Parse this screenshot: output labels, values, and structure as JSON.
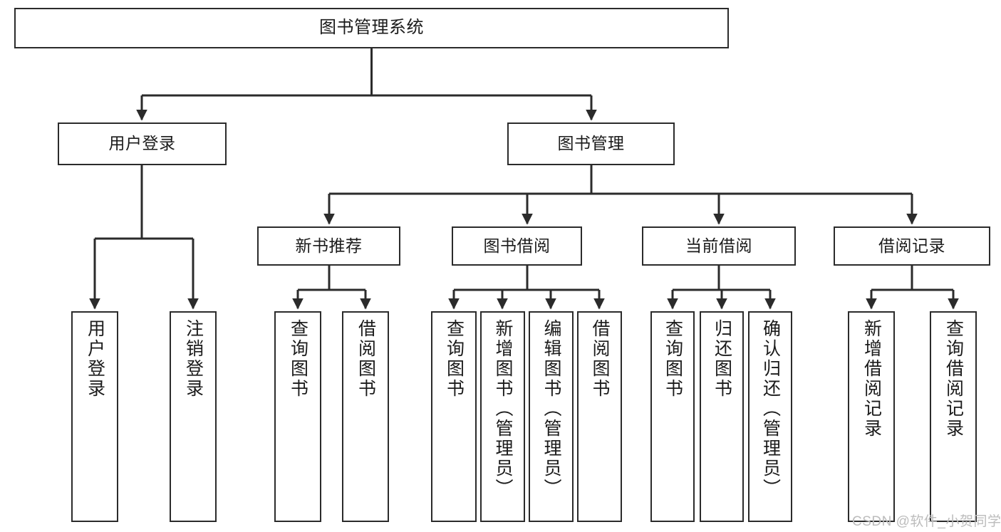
{
  "diagram": {
    "title": "图书管理系统",
    "type": "tree",
    "stroke_color": "#2b2b2b",
    "fill_color": "#ffffff",
    "text_color": "#1b1b1b"
  },
  "root": {
    "label": "图书管理系统"
  },
  "level2": [
    {
      "label": "用户登录"
    },
    {
      "label": "图书管理"
    }
  ],
  "level3": [
    {
      "label": "新书推荐"
    },
    {
      "label": "图书借阅"
    },
    {
      "label": "当前借阅"
    },
    {
      "label": "借阅记录"
    }
  ],
  "leaves": {
    "user_login": [
      {
        "label": "用户登录"
      },
      {
        "label": "注销登录"
      }
    ],
    "new_book_recommend": [
      {
        "label": "查询图书"
      },
      {
        "label": "借阅图书"
      }
    ],
    "book_borrow": [
      {
        "label": "查询图书"
      },
      {
        "label": "新增图书（管理员）"
      },
      {
        "label": "编辑图书（管理员）"
      },
      {
        "label": "借阅图书"
      }
    ],
    "current_borrow": [
      {
        "label": "查询图书"
      },
      {
        "label": "归还图书"
      },
      {
        "label": "确认归还（管理员）"
      }
    ],
    "borrow_record": [
      {
        "label": "新增借阅记录"
      },
      {
        "label": "查询借阅记录"
      }
    ]
  },
  "watermark": {
    "text": "CSDN @软件_小贺同学",
    "color": "#bcbcbc"
  }
}
